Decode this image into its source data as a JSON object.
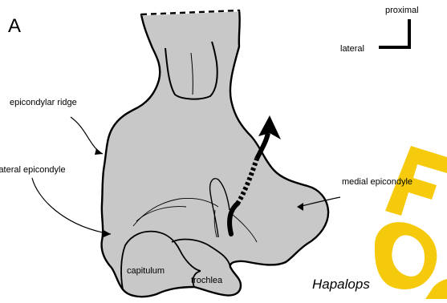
{
  "figure": {
    "panel_letter": "A",
    "taxon": "Hapalops",
    "watermark_text": "For",
    "orientation": {
      "proximal": "proximal",
      "lateral": "lateral"
    },
    "labels": {
      "epicondylar_ridge": "epicondylar ridge",
      "lateral_epicondyle": "lateral epicondyle",
      "medial_epicondyle": "medial epicondyle",
      "capitulum": "capitulum",
      "trochlea": "trochlea"
    },
    "colors": {
      "bone_fill": "#c8c8c8",
      "outline": "#000000",
      "watermark": "#f6c800"
    }
  }
}
